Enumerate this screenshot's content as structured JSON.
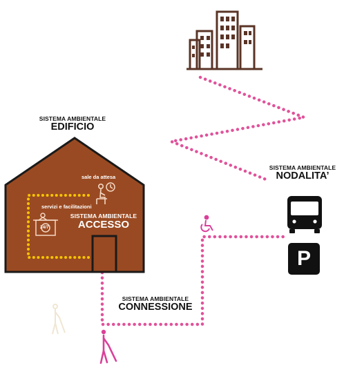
{
  "labels": {
    "edificio": {
      "small": "SISTEMA AMBIENTALE",
      "big": "EDIFICIO"
    },
    "accesso": {
      "small": "SISTEMA AMBIENTALE",
      "big": "ACCESSO"
    },
    "nodalita": {
      "small": "SISTEMA AMBIENTALE",
      "big": "NODALITA’"
    },
    "connessione": {
      "small": "SISTEMA AMBIENTALE",
      "big": "CONNESSIONE"
    },
    "sale_attesa": "sale da attesa",
    "servizi": "servizi e facilitazioni",
    "open_24_7": "24/7",
    "parking": "P"
  },
  "colors": {
    "house": "#9a4a22",
    "outline": "#1a1a1a",
    "path_pink": "#e0529a",
    "path_yellow": "#f5c400",
    "city": "#5a3426",
    "bus": "#111111"
  },
  "icons": [
    "city-icon",
    "bus-icon",
    "parking-icon",
    "wheelchair-icon",
    "blind-person-icon",
    "clock-icon",
    "waiting-person-icon",
    "reception-desk-icon"
  ]
}
